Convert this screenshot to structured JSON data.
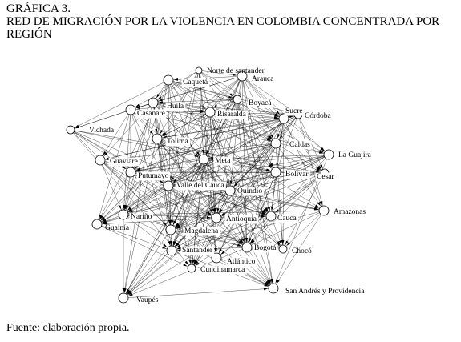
{
  "figure": {
    "label": "GRÁFICA 3.",
    "title": "RED DE MIGRACIÓN POR LA VIOLENCIA EN COLOMBIA CONCENTRADA POR REGIÓN",
    "title_line1": "RED DE MIGRACIÓN POR LA VIOLENCIA EN COLOMBIA CONCENTRADA POR",
    "title_line2": "REGIÓN",
    "source": "Fuente: elaboración propia."
  },
  "colors": {
    "edge": "#000000",
    "node_fill": "#ffffff",
    "node_stroke": "#000000"
  },
  "nodes": [
    {
      "id": "norte_de_santander",
      "label": "Norte de santander"
    },
    {
      "id": "arauca",
      "label": "Arauca"
    },
    {
      "id": "caqueta",
      "label": "Caquetá"
    },
    {
      "id": "boyaca",
      "label": "Boyacá"
    },
    {
      "id": "huila",
      "label": "Huila"
    },
    {
      "id": "casanare",
      "label": "Casanare"
    },
    {
      "id": "risaralda",
      "label": "Risaralda"
    },
    {
      "id": "sucre",
      "label": "Sucre"
    },
    {
      "id": "cordoba",
      "label": "Córdoba"
    },
    {
      "id": "vichada",
      "label": "Vichada"
    },
    {
      "id": "tolima",
      "label": "Tolima"
    },
    {
      "id": "caldas",
      "label": "Caldas"
    },
    {
      "id": "la_guajira",
      "label": "La Guajira"
    },
    {
      "id": "guaviare",
      "label": "Guaviare"
    },
    {
      "id": "meta",
      "label": "Meta"
    },
    {
      "id": "bolivar",
      "label": "Bolivar"
    },
    {
      "id": "cesar",
      "label": "Cesar"
    },
    {
      "id": "putumayo",
      "label": "Putumayo"
    },
    {
      "id": "valle_del_cauca",
      "label": "Valle del Cauca"
    },
    {
      "id": "quindio",
      "label": "Quindío"
    },
    {
      "id": "amazonas",
      "label": "Amazonas"
    },
    {
      "id": "narino",
      "label": "Nariño"
    },
    {
      "id": "antioquia",
      "label": "Antioquia"
    },
    {
      "id": "cauca",
      "label": "Cauca"
    },
    {
      "id": "guainia",
      "label": "Guainía"
    },
    {
      "id": "magdalena",
      "label": "Magdalena"
    },
    {
      "id": "bogota",
      "label": "Bogotá"
    },
    {
      "id": "santander",
      "label": "Santander"
    },
    {
      "id": "choco",
      "label": "Chocó"
    },
    {
      "id": "atlantico",
      "label": "Atlántico"
    },
    {
      "id": "cundinamarca",
      "label": "Cundinamarca"
    },
    {
      "id": "vaupes",
      "label": "Vaupés"
    },
    {
      "id": "san_andres",
      "label": "San Andrés y Providencia"
    }
  ]
}
